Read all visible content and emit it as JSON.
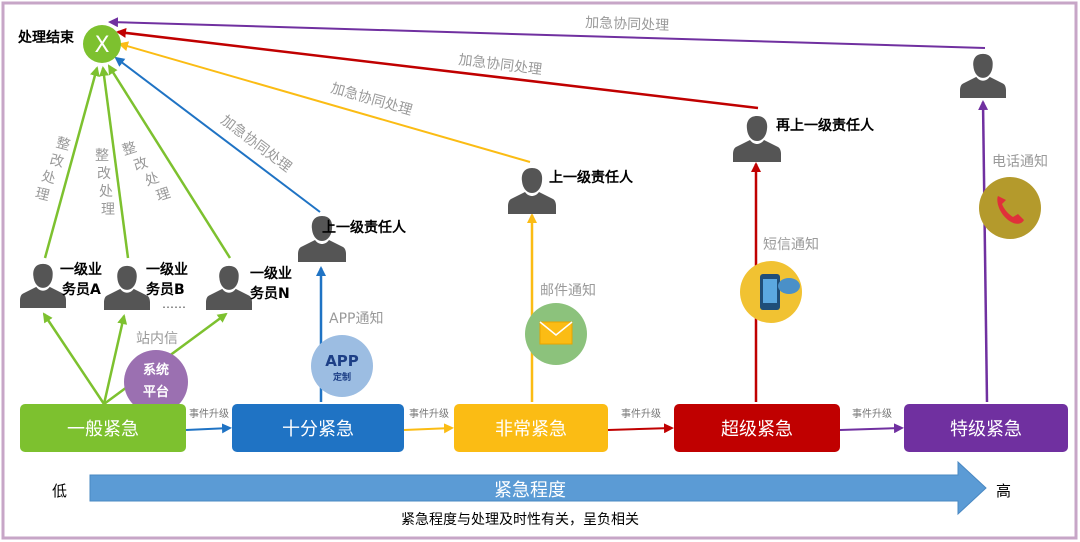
{
  "end": {
    "label": "处理结束",
    "symbol": "X"
  },
  "levels": [
    {
      "label": "一般紧急",
      "color": "#7dc12f"
    },
    {
      "label": "十分紧急",
      "color": "#1f73c4"
    },
    {
      "label": "非常紧急",
      "color": "#fbbc14"
    },
    {
      "label": "超级紧急",
      "color": "#c00000"
    },
    {
      "label": "特级紧急",
      "color": "#7030a0"
    }
  ],
  "escalation_label": "事件升级",
  "staff": [
    {
      "line1": "一级业",
      "line2": "务员A"
    },
    {
      "line1": "一级业",
      "line2": "务员B"
    },
    {
      "line1": "一级业",
      "line2": "务员N"
    }
  ],
  "ellipsis": "……",
  "rectify_label": [
    "整",
    "改",
    "处",
    "理"
  ],
  "urgent_label": "加急协同处理",
  "responsible": {
    "level1": "上一级责任人",
    "level2": "上一级责任人",
    "level3": "再上一级责任人"
  },
  "channels": {
    "internal_msg": "站内信",
    "system_platform": [
      "系统",
      "平台"
    ],
    "app_notice": "APP通知",
    "app_icon": [
      "APP",
      "定制"
    ],
    "email_notice": "邮件通知",
    "sms_notice": "短信通知",
    "phone_notice": "电话通知"
  },
  "scale": {
    "low": "低",
    "high": "高",
    "title": "紧急程度",
    "caption": "紧急程度与处理及时性有关，呈负相关"
  }
}
